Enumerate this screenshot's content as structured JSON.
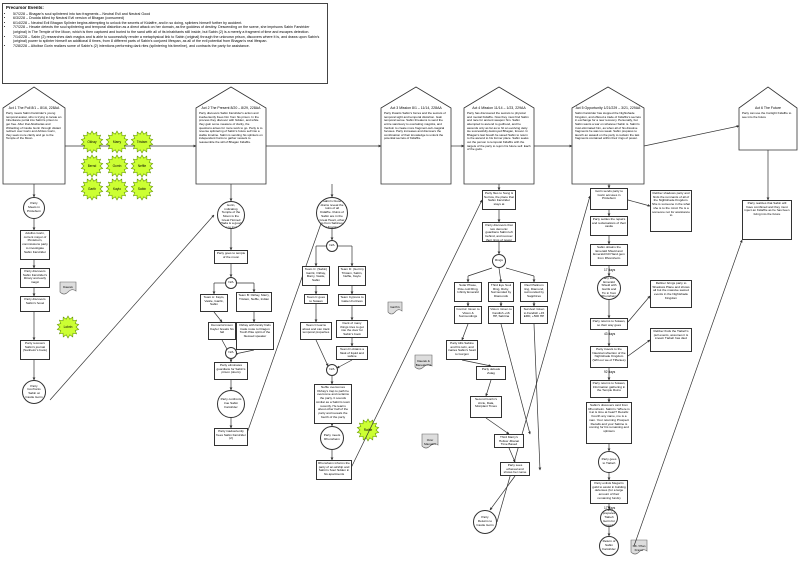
{
  "events": {
    "title": "Precursor Events:",
    "items": [
      "5/7/228 – Bhagan's soul splintered into two fragments – Neutral Evil and Neutral Good",
      "6/3/228 – Drudda killed by Neutral Evil version of Bhagan (consumed)",
      "6/14/228 – Neutral Evil Bhagan Splinter begins attempting to unlock the secrets of Kidaffre, and in so doing, splinters himself further by accident.",
      "7/7/228 – Hecate detects the soul splintering and temporal distortion as a direct attack on her domain, as the goddess of destiny. Descending on the scene, she imprisons Sabin Farstrider (original) in The Temple of the Moon, which is then captured and buried to the sand with all of its inhabitants still inside, but Sabin (2) is a merely a fragment of time and escapes detection.",
      "7/14/228 – Sabin (2) researches dark magics and is able to successfully render a metaphysical link to Sabin (original) through the unknown prison, discovers where it is, and draws upon Sabin's (original) power to splinter himself an additional 8 times, from 8 different parts of Sabin's conjured lifespan, as all of the evil potential from Bhagan's real lifespan.",
      "7/28/228 – Altoibar Gorin realizes some of Sabin's (2) intentions performing dark rites (splintering his timeline), and contracts the party for assistance."
    ]
  },
  "acts": [
    {
      "title": "Act 1",
      "subtitle": "The Pull",
      "dates": "8/1 – 8/16, 228AA",
      "text": "Party meets Sabin Farstrider's young temporal avatar, who is trying to locate an Inheritance portal into Sabin's prison to get free. After that Altoibarias and Wizarding of Castle Gorin through distant redirect over Gorin and Arbitos Gorin, they seek more clarity and go to the Temple of the Moon."
    },
    {
      "title": "Act 2",
      "subtitle": "The Present",
      "dates": "8/20 – 8/29, 228AA",
      "text": "Party discovers Sabin Farstrider's action and inadvertently frees him from his prison. In the process they discover with hidden, and while they gain some measure of clarity, the questions arises for more work to go. Party is to reverse splintering of Sabin's future self into a stable timeline. Sabin is sending his splinters on independent hunts to gather vessels to reassemble the will of Bhagan Kidaffre."
    },
    {
      "title": "Act 3",
      "subtitle": "Mission",
      "dates": "8/1 – 11/14, 228AA",
      "text": "Party thwarts Sabin's forces and the secrets of temporal sight and temporal distortion. Gain temporal sense. Sabin threatens to send the entire sanctuary to overtaking magicks, and Verduin to create more fragment-sub-magical focuses. Party increases and discovers the combination of their knowledge to unlock the potential secrets of Kidaffre."
    },
    {
      "title": "Act 4",
      "subtitle": "Mission",
      "dates": "11/14 – 1/23, 229AA",
      "text": "Party has discovered the secrets to physical and mental Kidaffre. Now they must find Sabin and race for ancient weapon him. Sabin attempted to ascend to godhood, and he ascends only as far as to hit an evolving deity. He successfully destroyed Bhagan, forever. In Bhagan's last breath he saved Sabin to return to the ascend to his former place. Sabin seeks out the person to temporal Kidaffre with the targets of the party to rejoin his future self. Each of the gods."
    },
    {
      "title": "Act 5",
      "subtitle": "Opportunity",
      "dates": "1/21/229 – 3/21, 229AA",
      "text": "Sabin Farstrider has stopped the Nightshade Kingdom, and offered a trade of Kidaffre's secrets in exchange for a new recovery. Personally, but Sabin wants a war on whatever Sabin is. Sabin's trust eliminated him, as when all of his dissolve fragments he was too weak. Sabin prepares to launch an assault on the party to reclaim the last fragments contained within their rings of power."
    },
    {
      "title": "Act 6",
      "subtitle": "The Future",
      "dates": "",
      "text": "Party can use the Ironlight Kidaffre to see into the future"
    }
  ],
  "stars": [
    "Okhay",
    "Marry",
    "Tristam",
    "Bernd",
    "Gorrin",
    "Neffie",
    "Garth",
    "Kaylo",
    "Sabin"
  ],
  "solo_stars": [
    "Lobrin",
    "Rathe"
  ],
  "nodes": {
    "a1": [
      "Party Meets in Pimleburn",
      "Adolfus Gorin, current mayor of Pimleburn, commissions party to investigate Sabin Farstrider",
      "Party discovers Sabin Farstrider's library and early magic",
      "Party discovers Sabin's hovel",
      "Party recovers Sabin's journal (Sanheim's book)",
      "Party Confronts Sabin at Castle Gorin"
    ],
    "a2": [
      "Party discovers a lost note from Gorin, indicating Temple of the Moon is the Great Horned Hada is a good place to look for answers",
      "Party goes to temple of the moon",
      "Team A: Kaylo, Vasile, Garrik, Sabin",
      "Team B: Okhay, Marry, Tristam, Neffie, Indian",
      "Demon/crimson Kayler breaks his fall",
      "Okhay with family finds trade route to Dragon Tooth Pike spirit of the blessed speaker",
      "Party eliminates guardians for Sabin's prison (doors)",
      "Party confronts true Sabin Farstrider",
      "Party inadvertently frees Sabin Farstrider (2)"
    ],
    "a3": [
      "Party finds that Sabin's blood drains reveal the ruins of all Kidaffre. Ruins of Sabin are in the Great Heart, other is from Sabinus Librarian",
      "Team C: (Sabin) Garrik, Okhay, Marry, Vasile, Sabin",
      "Team D: (Gorrin) Tristam, Sabin, Neffie, Kaylo",
      "Team C goes to Sotaan",
      "Team Cypress to Gatien Fortress",
      "Team C learns about and can track temporal properties",
      "Deck of many things tries to get into the door for Sabin's book",
      "Team D obtains a flask of liquid and sabine",
      "Neffie overcomes Okhay's trap to path he overcome and reclaims the party. It sounds similar as a Sabin's town recently. He learns about other half of the party and reveals the fourth of the party",
      "Party meets Rhonsheim",
      "Rhonsheim informs the party of an airship and Sabin's Soul hidden in his apartments"
    ],
    "a4": [
      "Party flies to Song & Sorrow, the place that Sabin Farstrider stays at",
      "Party discovers that two demonic guardians Sabin left behind, and recover their rings of power",
      "Solar Phase, Pole cold Ring, Infinity Emerald",
      "Third Eye Soul Ring, Ruby, Surrounded by Diamonds",
      "Paul Platinum ring, Diamond, surrounded by Sapphires",
      "Control: Given to Vision & Surroundings",
      "Vision: Given to Fandish +16 HP, Sabrina",
      "Survival: Given to Fandish +15 ERD, +500 HP",
      "Party kills Sabine and his twin, and inaries Sabin's heart to Gorgon",
      "Party defeats Zulag",
      "Second Gorrin's circle, Dala, Moirplant Times",
      "Third Marry's Hollow Jibanat Time Based",
      "Party sees ethereal and shows her name",
      "Party Returns to Castle Gorin"
    ],
    "a5": [
      "Gorin sends party to Gorin accuses in Pimleburn",
      "Party settles the repairs and reclamations of their castle",
      "Sabin obtains the Emerald Shield and Emerald Kill Hand gem from Rhonsheim",
      "Party sees Emerald Shield with Garrik and Tiv in from Rhonsheim",
      "Party returns to Sotaan, so their way goes",
      "Party travels to the Nautical reflection of the Nightshade Kingdom (Will our we of Tiffanies)",
      "Party returns to Sotaan, Information gathering in the Temple Ruins",
      "Sabin's discovers card from Rhonsheim. Sabin's: Where is it at is time at heart? Recalls: Fourth any name, me is a man. Your returning Prospect Recalls and your Sabine is coming for his remaining and splinters",
      "Party goes to Tiabeh",
      "Party enlists Megan's guild to assist in building defenses (for a large amount of their remaining funds)",
      "Party prepares Tiabeh Gorin for Assault",
      "Return of Sabin Farstrider"
    ],
    "a5side": [
      "Rebber shadows party and finds the remnants of all of the Nightshade Kingdom. She is someone in the what she is to the mind. He is a someone not for assistance to",
      "Rebber brings party to Shadows Plane and shows all but the massive sacred events in the Nightshade Kingdom",
      "Rebber finds the Tiabeh's pull events, assumes it is known Tiabeh has died"
    ],
    "a6": [
      "Party realizes that Sabin will have combined and they must inject an Kidaffre as he has been living into the future"
    ],
    "a2branch": [
      "N/A",
      "N/A"
    ],
    "a3branch": [
      "N/A",
      "N/A",
      "N/A"
    ],
    "a4branch": [
      "Rings"
    ],
    "labels": {
      "a5_days1": "17 days",
      "a5_days2": "43 days",
      "a5_days3": "92 days",
      "a5_days4": "17 days",
      "note1": "Daerek",
      "note2": "Garth's",
      "note3": "Daerek & Baneski ina",
      "note4": "Ozer Mangant",
      "note5": "GK / Plan Frame"
    }
  }
}
